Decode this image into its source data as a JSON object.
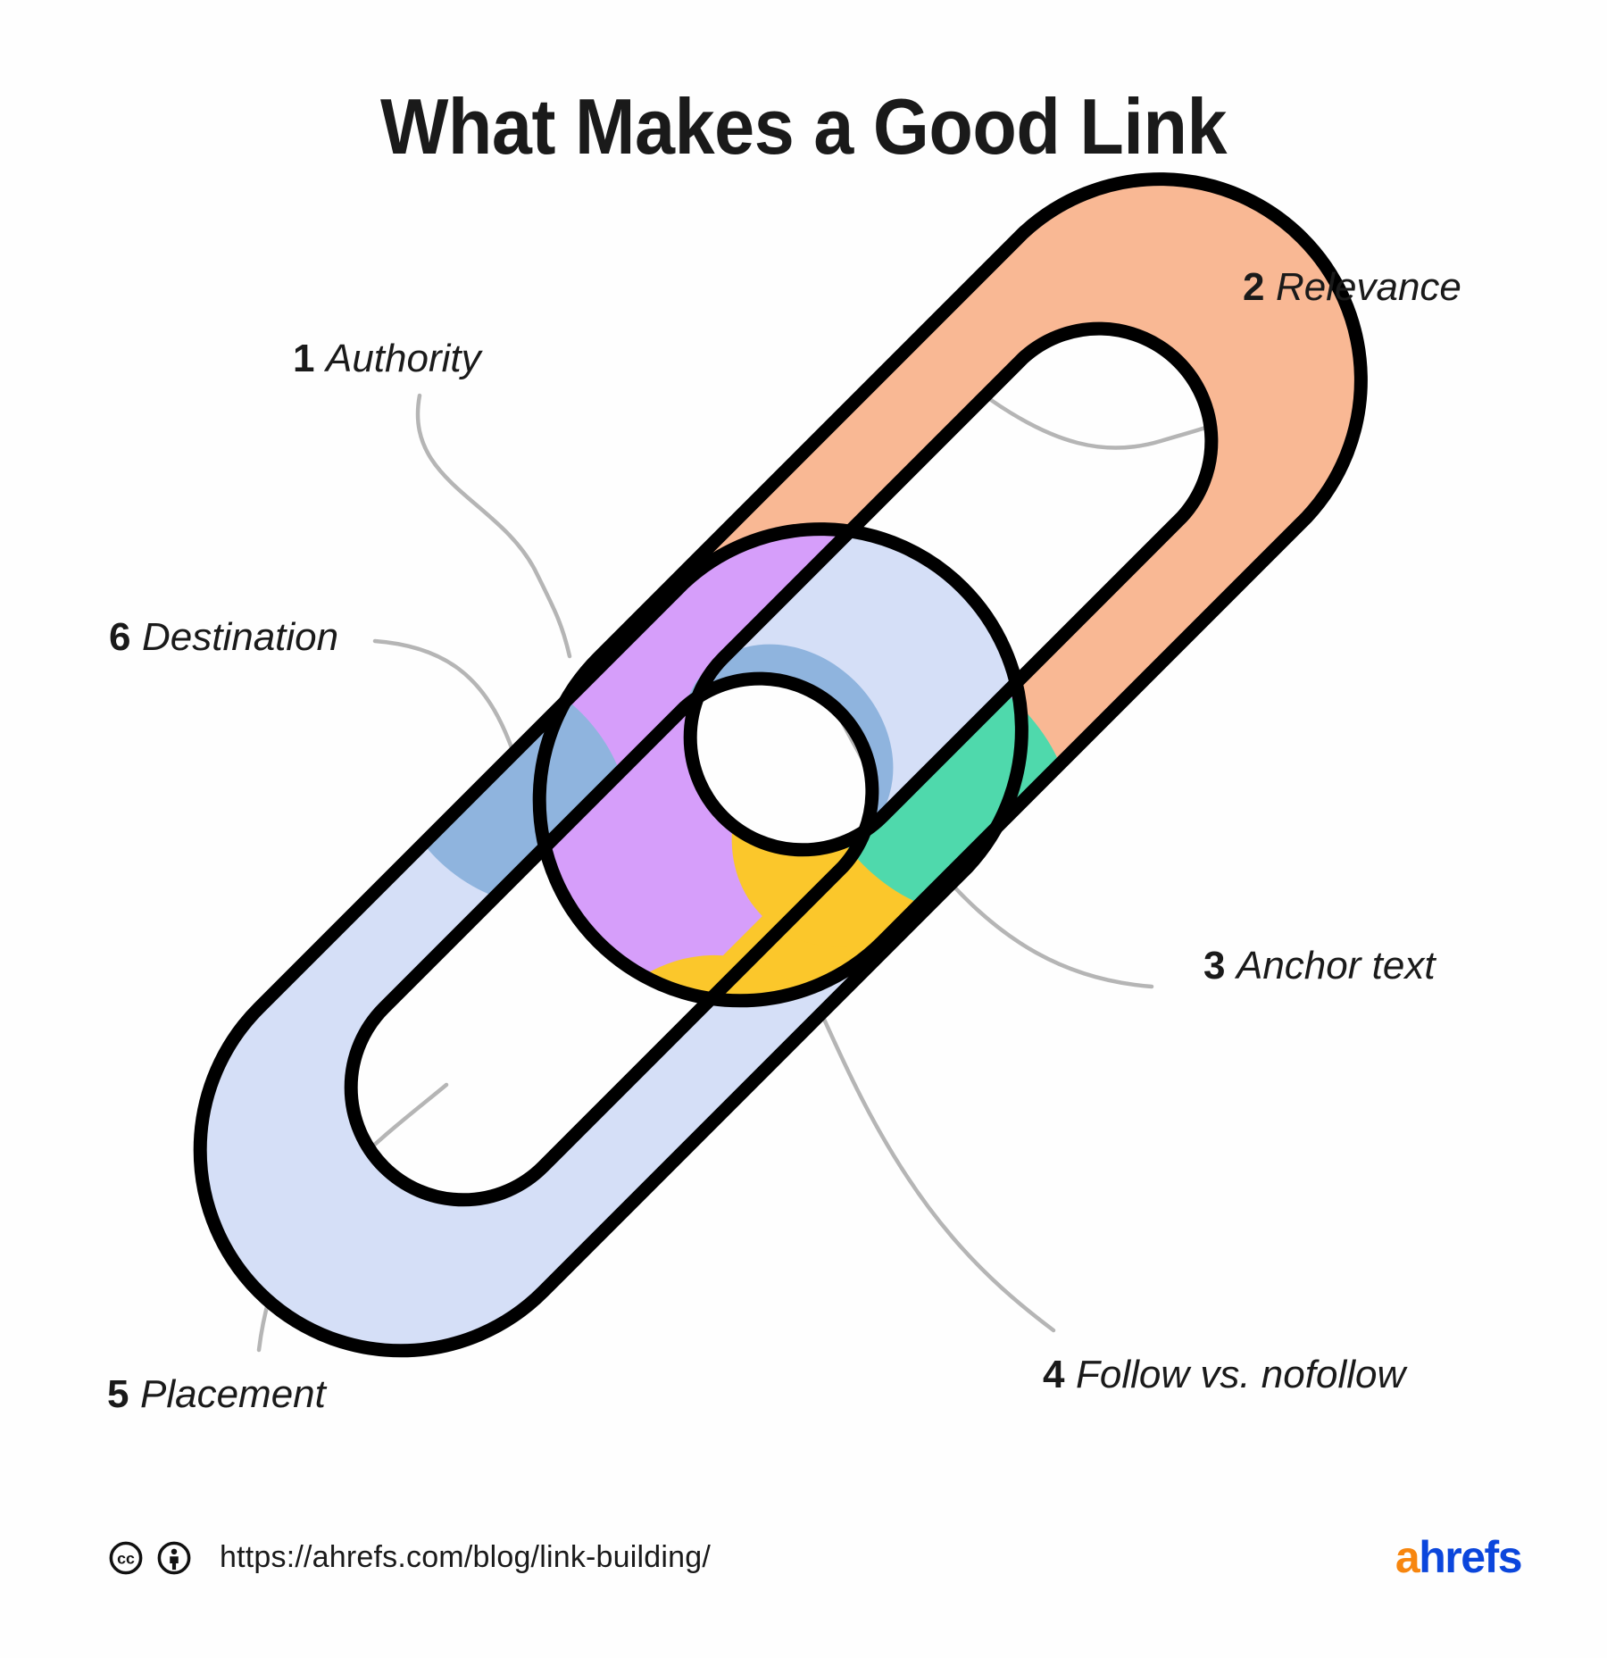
{
  "title": "What Makes a Good Link",
  "callouts": [
    {
      "num": "1",
      "label": "Authority",
      "name": "callout-authority"
    },
    {
      "num": "2",
      "label": "Relevance",
      "name": "callout-relevance"
    },
    {
      "num": "3",
      "label": "Anchor text",
      "name": "callout-anchor-text"
    },
    {
      "num": "4",
      "label": "Follow vs. nofollow",
      "name": "callout-follow-nofollow"
    },
    {
      "num": "5",
      "label": "Placement",
      "name": "callout-placement"
    },
    {
      "num": "6",
      "label": "Destination",
      "name": "callout-destination"
    }
  ],
  "footer": {
    "url": "https://ahrefs.com/blog/link-building/",
    "license_icons": [
      "cc-icon",
      "cc-by-person-icon"
    ],
    "brand_a": "a",
    "brand_rest": "hrefs"
  },
  "colors": {
    "background": "#fefefe",
    "outline": "#000000",
    "peach": "#F9B894",
    "lavender_blue": "#D5DFF7",
    "purple": "#D69EFA",
    "steel_blue": "#8FB4DE",
    "green": "#4FD9AC",
    "yellow": "#FBC72B",
    "leader_line": "#B5B5B5",
    "text": "#1a1a1a",
    "brand_orange": "#F7860F",
    "brand_blue": "#0B46DC"
  },
  "illustration": {
    "name": "interlocking-chain-links",
    "description": "Two interlocking rounded chain links tilted about 45 degrees, colored in overlapping translucent segments"
  }
}
